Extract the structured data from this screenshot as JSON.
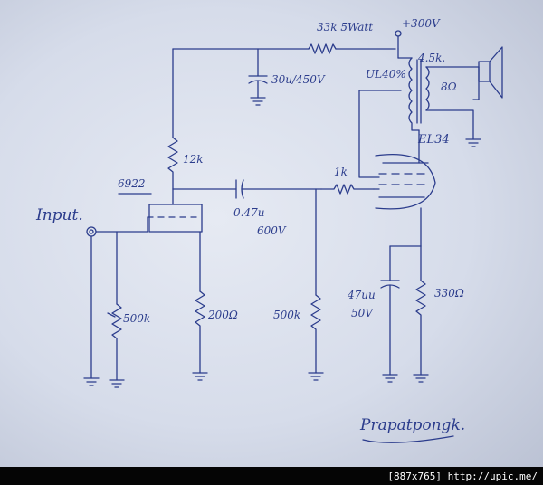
{
  "labels": {
    "supply_resistor": "33k 5Watt",
    "supply_voltage": "+300V",
    "filter_cap": "30u/450V",
    "transformer": "4.5k.",
    "ultralinear": "UL40%",
    "speaker_imp": "8Ω",
    "output_tube": "EL34",
    "plate_resistor": "12k",
    "input_tube": "6922",
    "coupling_cap_value": "0.47u",
    "coupling_cap_voltage": "600V",
    "grid_stopper": "1k",
    "input": "Input.",
    "bias_cap_value": "47uu",
    "bias_cap_voltage": "50V",
    "cathode_resistor_out": "330Ω",
    "input_pot": "500k",
    "cathode_resistor_in": "200Ω",
    "grid_leak": "500k",
    "signature": "Prapatpongk."
  },
  "footer": {
    "text": "[887x765] http://upic.me/"
  },
  "colors": {
    "ink": "#2b3c8c",
    "paper": "#dfe3ee",
    "footer_bg": "#050505"
  }
}
